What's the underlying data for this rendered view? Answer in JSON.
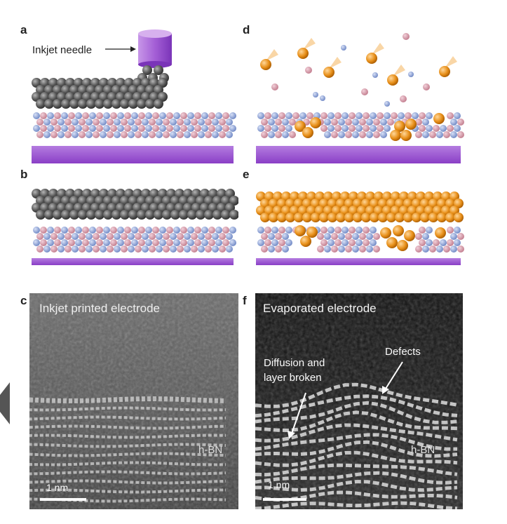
{
  "panels": {
    "a": {
      "letter": "a",
      "needle_label": "Inkjet needle"
    },
    "b": {
      "letter": "b"
    },
    "c": {
      "letter": "c",
      "title": "Inkjet printed electrode",
      "hbn_label": "h-BN",
      "scale_label": "1 nm"
    },
    "d": {
      "letter": "d"
    },
    "e": {
      "letter": "e"
    },
    "f": {
      "letter": "f",
      "title": "Evaporated electrode",
      "annotation_diffusion": "Diffusion and layer broken",
      "annotation_defects": "Defects",
      "hbn_label": "h-BN",
      "scale_label": "1 nm"
    }
  },
  "colors": {
    "graphite": "#5a5a5a",
    "gold": "#e8901a",
    "boron_pink": "#d89aa8",
    "nitrogen_blue": "#8ea4d8",
    "substrate": "#9b59d0",
    "needle": "#b06ad8"
  }
}
